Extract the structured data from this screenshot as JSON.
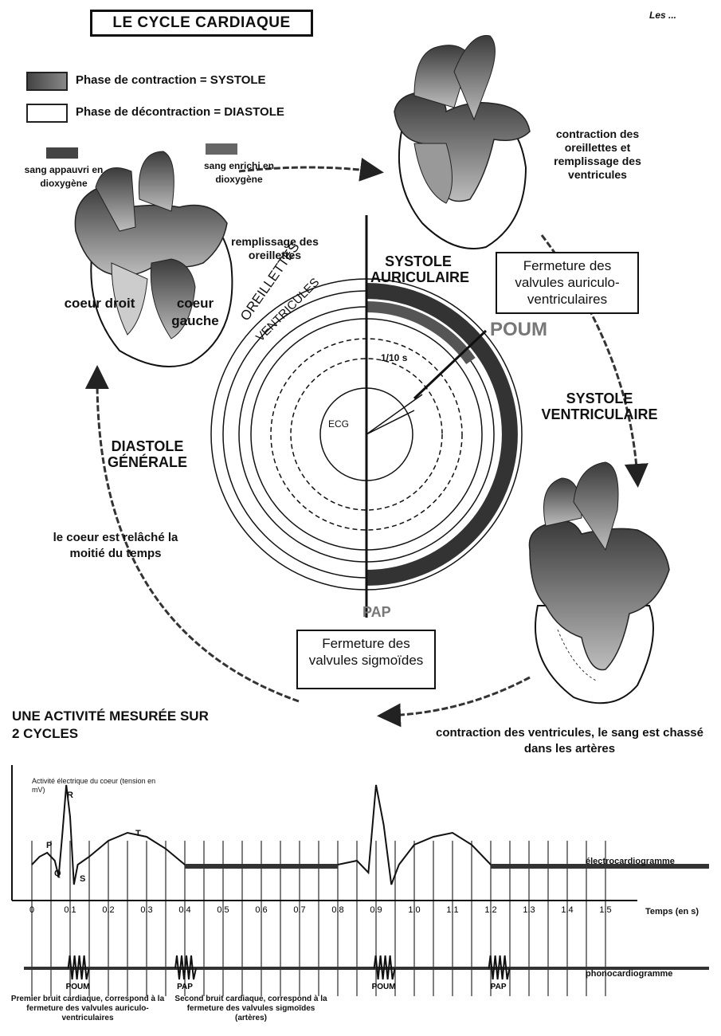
{
  "title": "LE CYCLE CARDIAQUE",
  "logo_text": "Les ...",
  "legend": {
    "systole": "Phase de contraction = SYSTOLE",
    "diastole": "Phase de décontraction = DIASTOLE"
  },
  "heart_left": {
    "blood_oxygenated": "sang appauvri en dioxygène",
    "blood_enriched": "sang enrichi en dioxygène",
    "filling_label": "remplissage des oreillettes",
    "right_heart": "coeur droit",
    "left_heart": "coeur gauche"
  },
  "heart_top": {
    "label": "contraction des oreillettes et remplissage des ventricules"
  },
  "heart_bottom": {
    "label": "contraction des ventricules, le sang est chassé dans les artères"
  },
  "phases": {
    "atrial_systole": "SYSTOLE AURICULAIRE",
    "ventricular_systole": "SYSTOLE VENTRICULAIRE",
    "general_diastole": "DIASTOLE GÉNÉRALE",
    "rest_note": "le coeur est relâché la moitié du temps"
  },
  "callouts": {
    "av_valves": "Fermeture des valvules auriculo-ventriculaires",
    "sigmoid_valves": "Fermeture des valvules sigmoïdes"
  },
  "sounds": {
    "poum": "POUM",
    "pap": "PAP"
  },
  "rings": {
    "atria": "OREILLETTES",
    "ventricles": "VENTRICULES",
    "ecg": "ECG",
    "time_fraction": "1/10 s"
  },
  "bottom": {
    "heading": "UNE ACTIVITÉ MESURÉE SUR 2 CYCLES",
    "ecg_axis_label": "Activité électrique du coeur (tension en mV)",
    "ecg_name": "électrocardiogramme",
    "pcg_name": "phonocardiogramme",
    "time_axis": "Temps (en s)",
    "first_sound": "Premier bruit cardiaque, correspond à la fermeture des valvules auriculo-ventriculaires",
    "second_sound": "Second bruit cardiaque, correspond à la fermeture des valvules sigmoïdes (artères)",
    "wave_labels": {
      "P": "P",
      "Q": "Q",
      "R": "R",
      "S": "S",
      "T": "T"
    }
  },
  "chart_data": {
    "type": "line",
    "xlabel": "Temps (en s)",
    "x_ticks": [
      "0",
      "0.1",
      "0.2",
      "0.3",
      "0.4",
      "0.5",
      "0.6",
      "0.7",
      "0.8",
      "0.9",
      "1.0",
      "1.1",
      "1.2",
      "1.3",
      "1.4",
      "1.5"
    ],
    "xlim": [
      0,
      1.5
    ],
    "series": [
      {
        "name": "électrocardiogramme",
        "x": [
          0,
          0.02,
          0.04,
          0.06,
          0.07,
          0.08,
          0.09,
          0.1,
          0.11,
          0.12,
          0.15,
          0.2,
          0.25,
          0.3,
          0.35,
          0.4,
          0.8,
          0.85,
          0.88,
          0.9,
          0.92,
          0.94,
          0.96,
          1.0,
          1.05,
          1.1,
          1.15,
          1.2,
          1.5
        ],
        "y": [
          0,
          0.1,
          0.15,
          0.05,
          -0.15,
          0.4,
          1.0,
          0.6,
          -0.25,
          0,
          0.1,
          0.3,
          0.4,
          0.35,
          0.2,
          0,
          0,
          0.05,
          -0.1,
          1.0,
          0.5,
          -0.25,
          0,
          0.25,
          0.35,
          0.4,
          0.25,
          0,
          0
        ]
      },
      {
        "name": "phonocardiogramme",
        "events": [
          {
            "label": "POUM",
            "x": 0.12
          },
          {
            "label": "PAP",
            "x": 0.4
          },
          {
            "label": "POUM",
            "x": 0.92
          },
          {
            "label": "PAP",
            "x": 1.22
          }
        ]
      }
    ]
  }
}
